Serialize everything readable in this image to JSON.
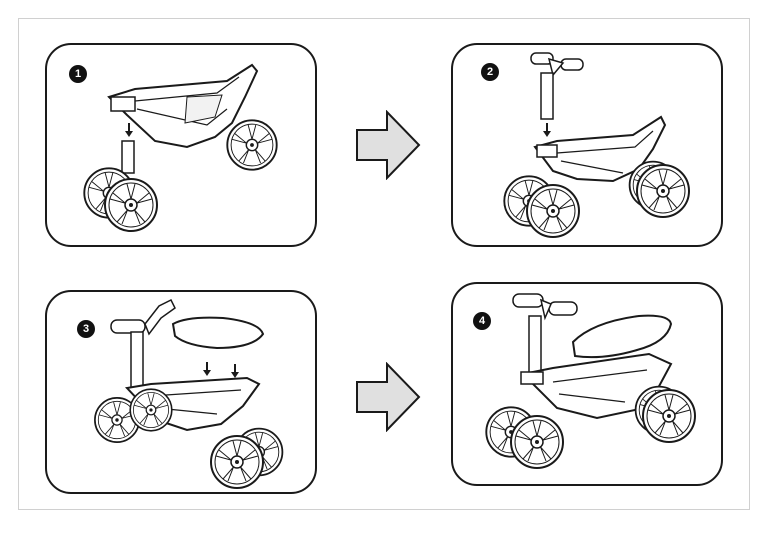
{
  "steps": [
    {
      "number": "1"
    },
    {
      "number": "2"
    },
    {
      "number": "3"
    },
    {
      "number": "4"
    }
  ],
  "colors": {
    "line": "#1a1a1a",
    "arrow_fill": "#e0e0e0",
    "frame": "#d0d0d0"
  },
  "icons": {
    "next": "hollow-right-arrow-icon",
    "insert": "down-arrow-icon"
  }
}
